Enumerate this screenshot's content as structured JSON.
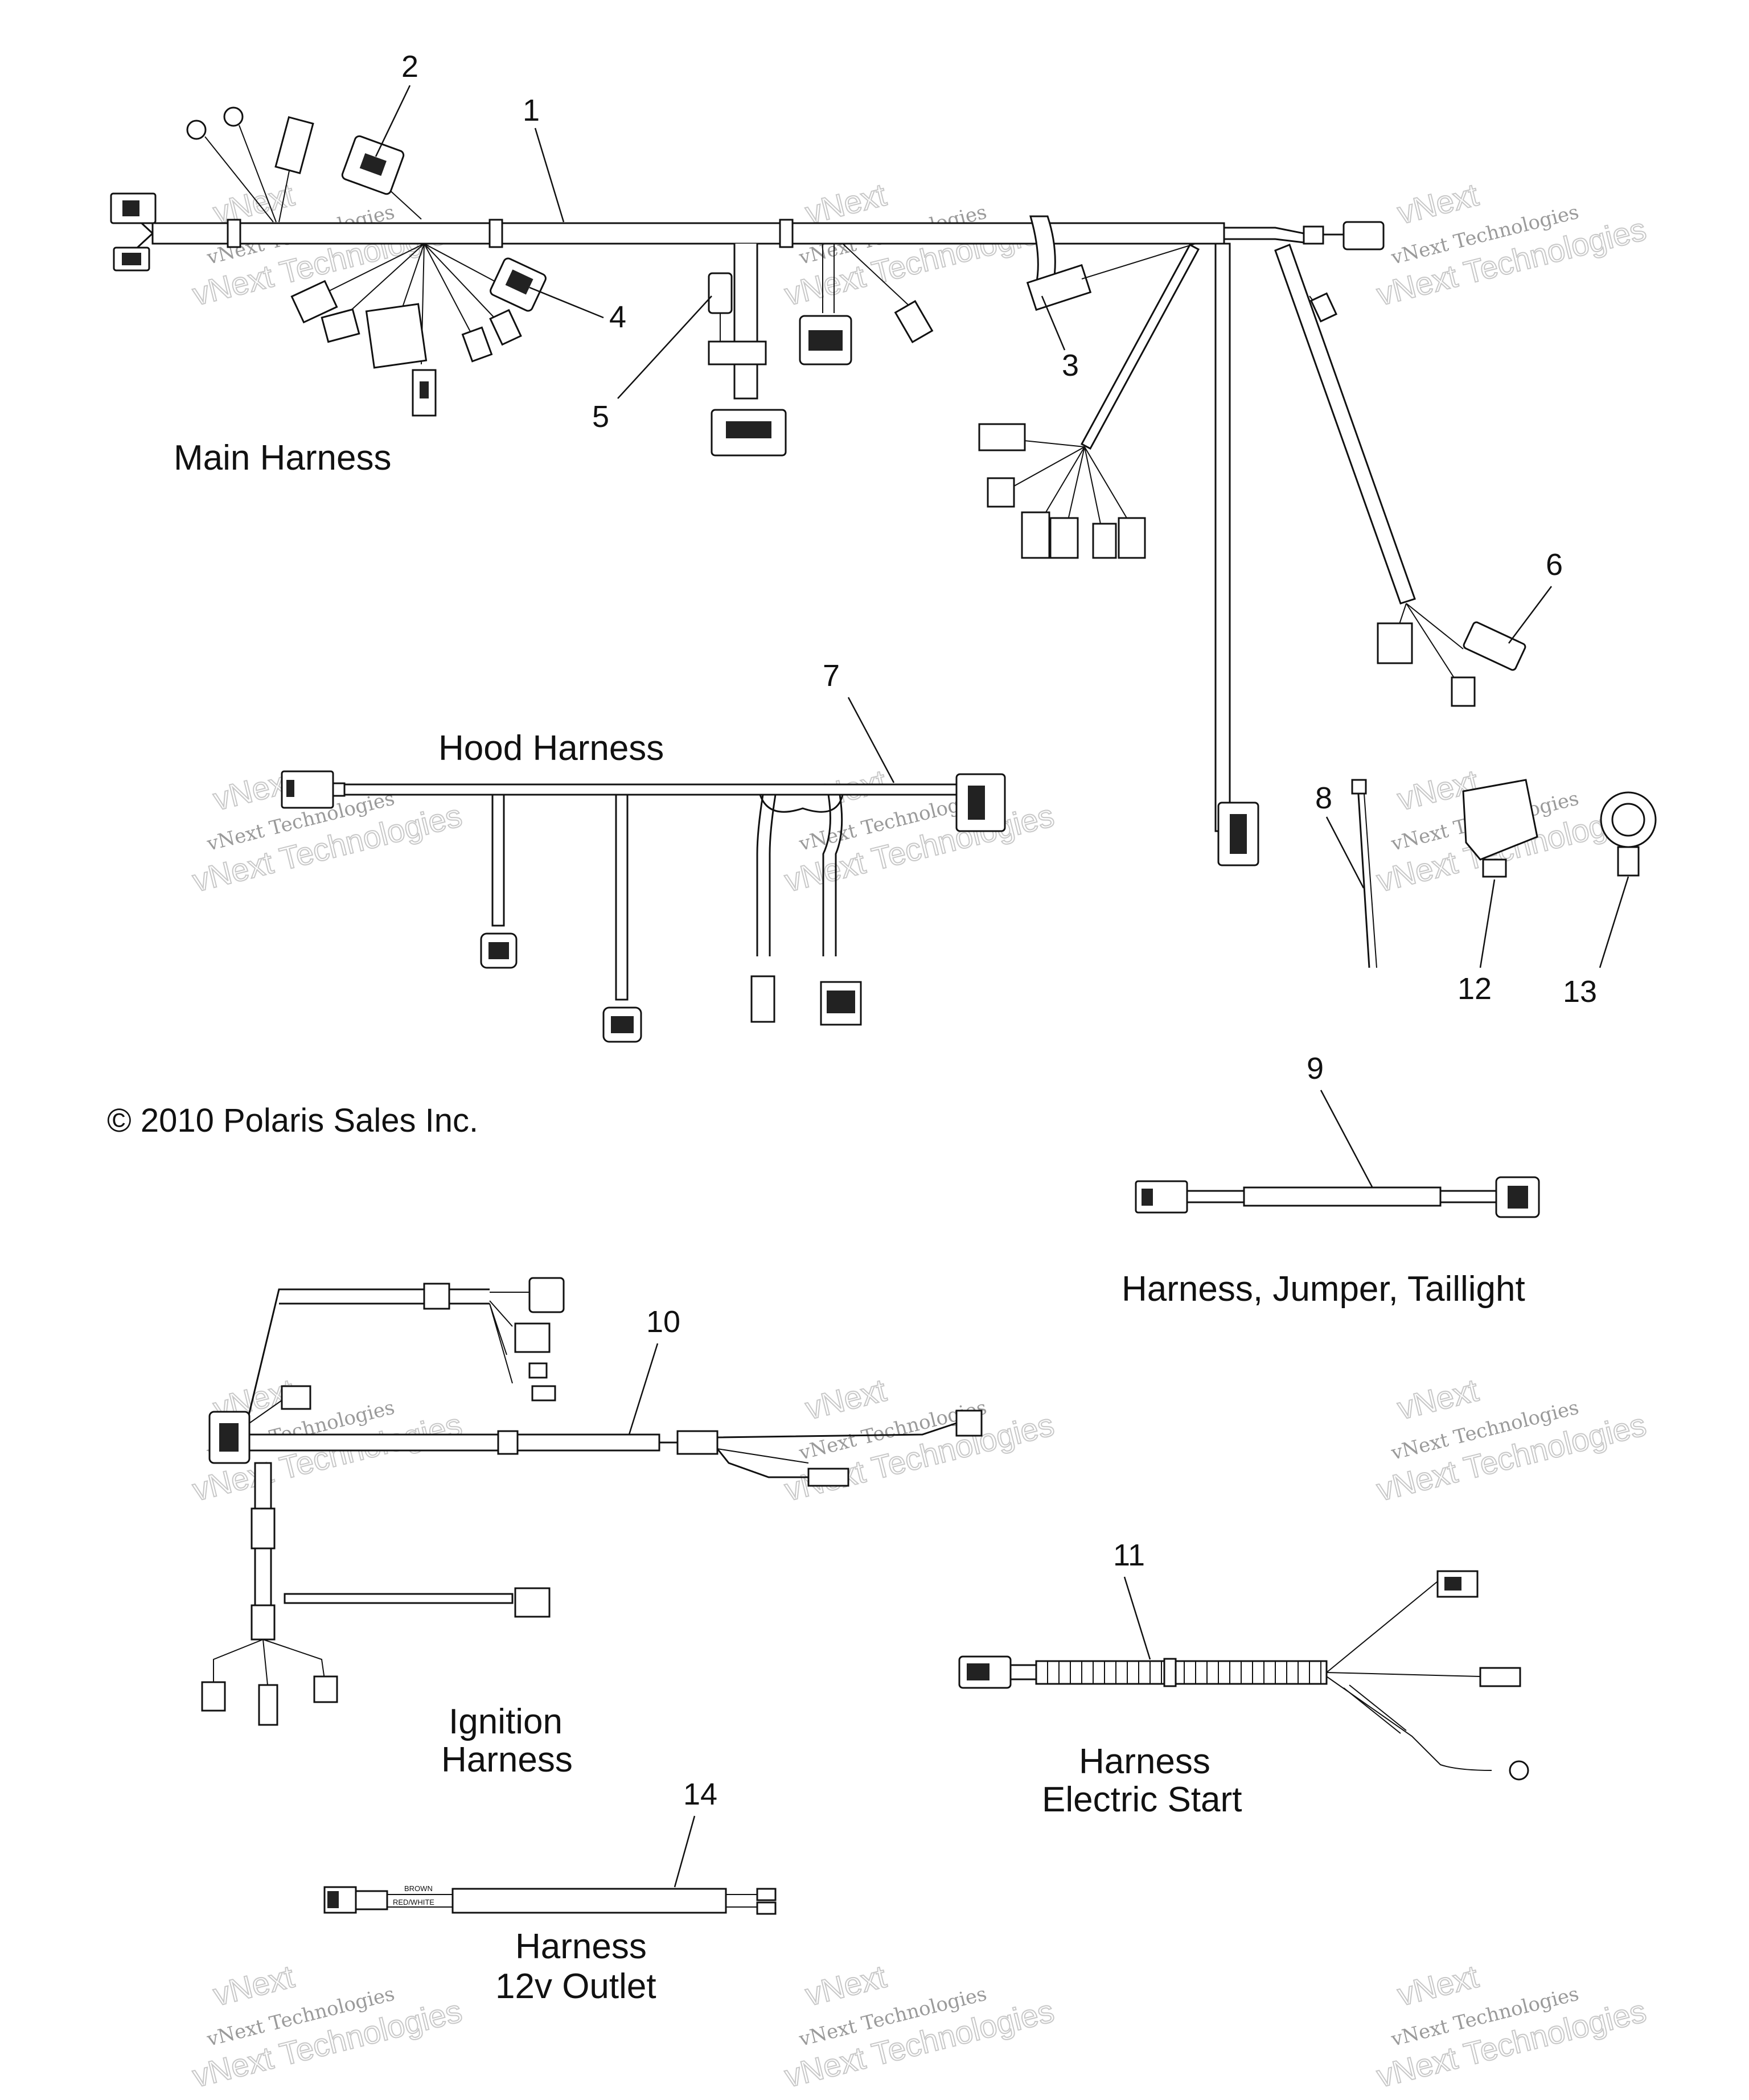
{
  "groups": {
    "main": {
      "title": "Main Harness"
    },
    "hood": {
      "title": "Hood Harness"
    },
    "taillight": {
      "title": "Harness, Jumper, Taillight"
    },
    "ignition": {
      "title_line1": "Ignition",
      "title_line2": "Harness"
    },
    "electric_start": {
      "title_line1": "Harness",
      "title_line2": "Electric Start"
    },
    "outlet": {
      "title_line1": "Harness",
      "title_line2": "12v Outlet",
      "wire_labels": [
        "BROWN",
        "RED/WHITE"
      ]
    }
  },
  "copyright": "© 2010 Polaris Sales Inc.",
  "callouts": [
    "1",
    "2",
    "3",
    "4",
    "5",
    "6",
    "7",
    "8",
    "9",
    "10",
    "11",
    "12",
    "13",
    "14"
  ],
  "watermark": {
    "line1": "vNext Technologies",
    "line2": "vNext Technologies",
    "line3": "vNext"
  }
}
